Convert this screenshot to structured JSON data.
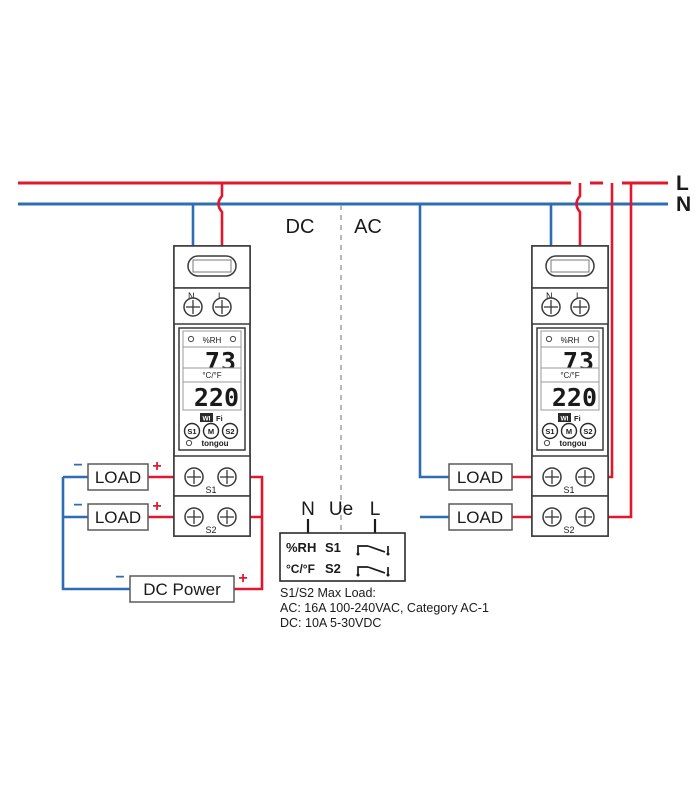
{
  "diagram": {
    "title": "DIN rail thermostat / hygrostat wiring diagram",
    "bus": {
      "line_label": "L",
      "neutral_label": "N",
      "line_color": "#e0182d",
      "neutral_color": "#2e6db4"
    },
    "zones": {
      "dc_label": "DC",
      "ac_label": "AC"
    },
    "device": {
      "terminal_n_label": "N",
      "terminal_l_label": "L",
      "display": {
        "humidity_unit": "%RH",
        "humidity_value": "73",
        "temperature_unit": "°C/°F",
        "temperature_value": "220"
      },
      "wifi_label": "Fi",
      "wifi_badge": "WI",
      "buttons": [
        "S1",
        "M",
        "S2"
      ],
      "brand": "tongou",
      "relay_blocks": [
        {
          "label": "S1"
        },
        {
          "label": "S2"
        }
      ]
    },
    "dc_side": {
      "loads": [
        {
          "label": "LOAD",
          "minus": "−",
          "plus": "+"
        },
        {
          "label": "LOAD",
          "minus": "−",
          "plus": "+"
        }
      ],
      "power": {
        "label": "DC Power",
        "minus": "−",
        "plus": "+"
      }
    },
    "ac_side": {
      "loads": [
        {
          "label": "LOAD"
        },
        {
          "label": "LOAD"
        }
      ]
    },
    "legend": {
      "terminal_labels": [
        "N",
        "Ue",
        "L"
      ],
      "rows": [
        {
          "sensor": "%RH",
          "relay": "S1"
        },
        {
          "sensor": "°C/°F",
          "relay": "S2"
        }
      ],
      "spec_lines": [
        "S1/S2 Max Load:",
        "AC: 16A 100-240VAC, Category AC-1",
        "DC: 10A 5-30VDC"
      ]
    }
  }
}
